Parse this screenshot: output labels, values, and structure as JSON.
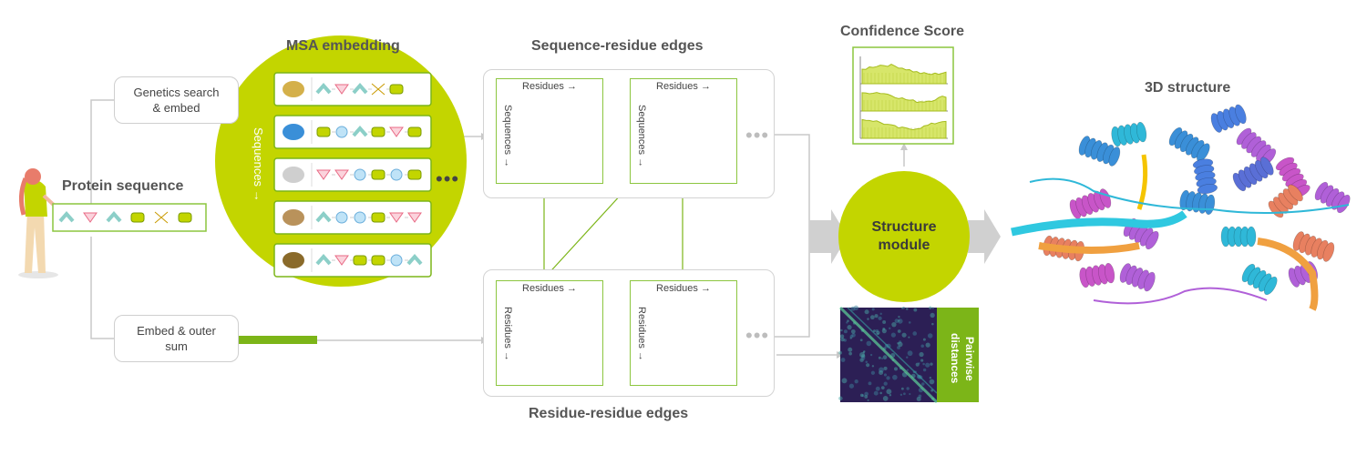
{
  "protein_sequence": {
    "title": "Protein sequence"
  },
  "genetics": {
    "label_line1": "Genetics search",
    "label_line2": "& embed"
  },
  "embed_outer": {
    "label_line1": "Embed & outer",
    "label_line2": "sum"
  },
  "msa": {
    "title": "MSA embedding",
    "axis_label": "Sequences",
    "ellipsis": "•••"
  },
  "seq_residue": {
    "title": "Sequence-residue edges",
    "top_label": "Residues",
    "side_label": "Sequences",
    "ellipsis": "•••"
  },
  "res_residue": {
    "title": "Residue-residue edges",
    "top_label": "Residues",
    "side_label": "Residues",
    "ellipsis": "•••"
  },
  "confidence": {
    "title": "Confidence Score"
  },
  "structure_module": {
    "line1": "Structure",
    "line2": "module"
  },
  "pairwise": {
    "line1": "Pairwise",
    "line2": "distances"
  },
  "structure3d": {
    "title": "3D structure"
  },
  "colors": {
    "accent_green": "#c3d500",
    "frame_green": "#8cc63f",
    "pink": "#f06a83",
    "teal": "#3fd6c6",
    "gray_line": "#c9c9c9",
    "helix_blue": "#3a8fd8",
    "helix_purple": "#b060d8",
    "helix_salmon": "#e88060"
  },
  "icons": [
    "person-icon",
    "cricket-icon",
    "fish-icon",
    "rabbit-icon",
    "hedgehog-icon",
    "locust-icon"
  ]
}
